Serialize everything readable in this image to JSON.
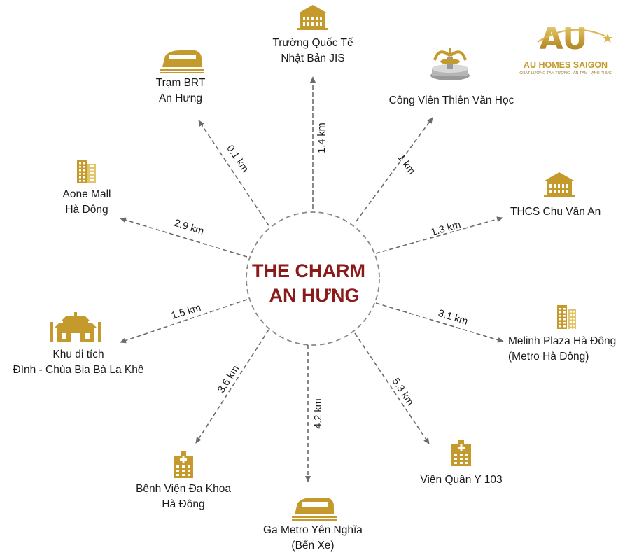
{
  "center": {
    "line1": "THE CHARM",
    "line2": "AN HƯNG"
  },
  "colors": {
    "accent_red": "#8b1a1a",
    "gold": "#c49a2c",
    "gold_light": "#e2c46a",
    "arrow": "#6b6b6b",
    "circle": "#8a8a8a"
  },
  "brand": {
    "mark": "AU",
    "name": "AU HOMES SAIGON",
    "tagline": "CHẤT LƯỢNG TẬN TƯỜNG - AN TÂM HẠNH PHÚC",
    "logo_icon": "au-star-logo"
  },
  "destinations": [
    {
      "id": "jis",
      "icon": "school-building-icon",
      "lines": [
        "Trường Quốc Tế",
        "Nhật Bản JIS"
      ],
      "distance": "1.4 km"
    },
    {
      "id": "park",
      "icon": "fountain-icon",
      "lines": [
        "Công Viên Thiên Văn Học"
      ],
      "distance": "1 km"
    },
    {
      "id": "thcs",
      "icon": "school-building-icon",
      "lines": [
        "THCS Chu Văn An"
      ],
      "distance": "1.3 km"
    },
    {
      "id": "melinh",
      "icon": "tower-building-icon",
      "lines": [
        "Melinh Plaza Hà Đông",
        "(Metro Hà Đông)"
      ],
      "distance": "3.1 km"
    },
    {
      "id": "vien103",
      "icon": "hospital-icon",
      "lines": [
        "Viện Quân Y 103"
      ],
      "distance": "5.3 km"
    },
    {
      "id": "gametro",
      "icon": "train-icon",
      "lines": [
        "Ga Metro Yên Nghĩa",
        "(Bến Xe)"
      ],
      "distance": "4.2 km"
    },
    {
      "id": "benhvien",
      "icon": "hospital-icon",
      "lines": [
        "Bệnh Viện Đa Khoa",
        "Hà Đông"
      ],
      "distance": "3.6 km"
    },
    {
      "id": "khudi",
      "icon": "pagoda-icon",
      "lines": [
        "Khu di tích",
        "Đình - Chùa Bia Bà La Khê"
      ],
      "distance": "1.5 km"
    },
    {
      "id": "aone",
      "icon": "tower-building-icon",
      "lines": [
        "Aone Mall",
        "Hà Đông"
      ],
      "distance": "2.9 km"
    },
    {
      "id": "brt",
      "icon": "train-icon",
      "lines": [
        "Trạm BRT",
        "An Hưng"
      ],
      "distance": "0.1 km"
    }
  ]
}
